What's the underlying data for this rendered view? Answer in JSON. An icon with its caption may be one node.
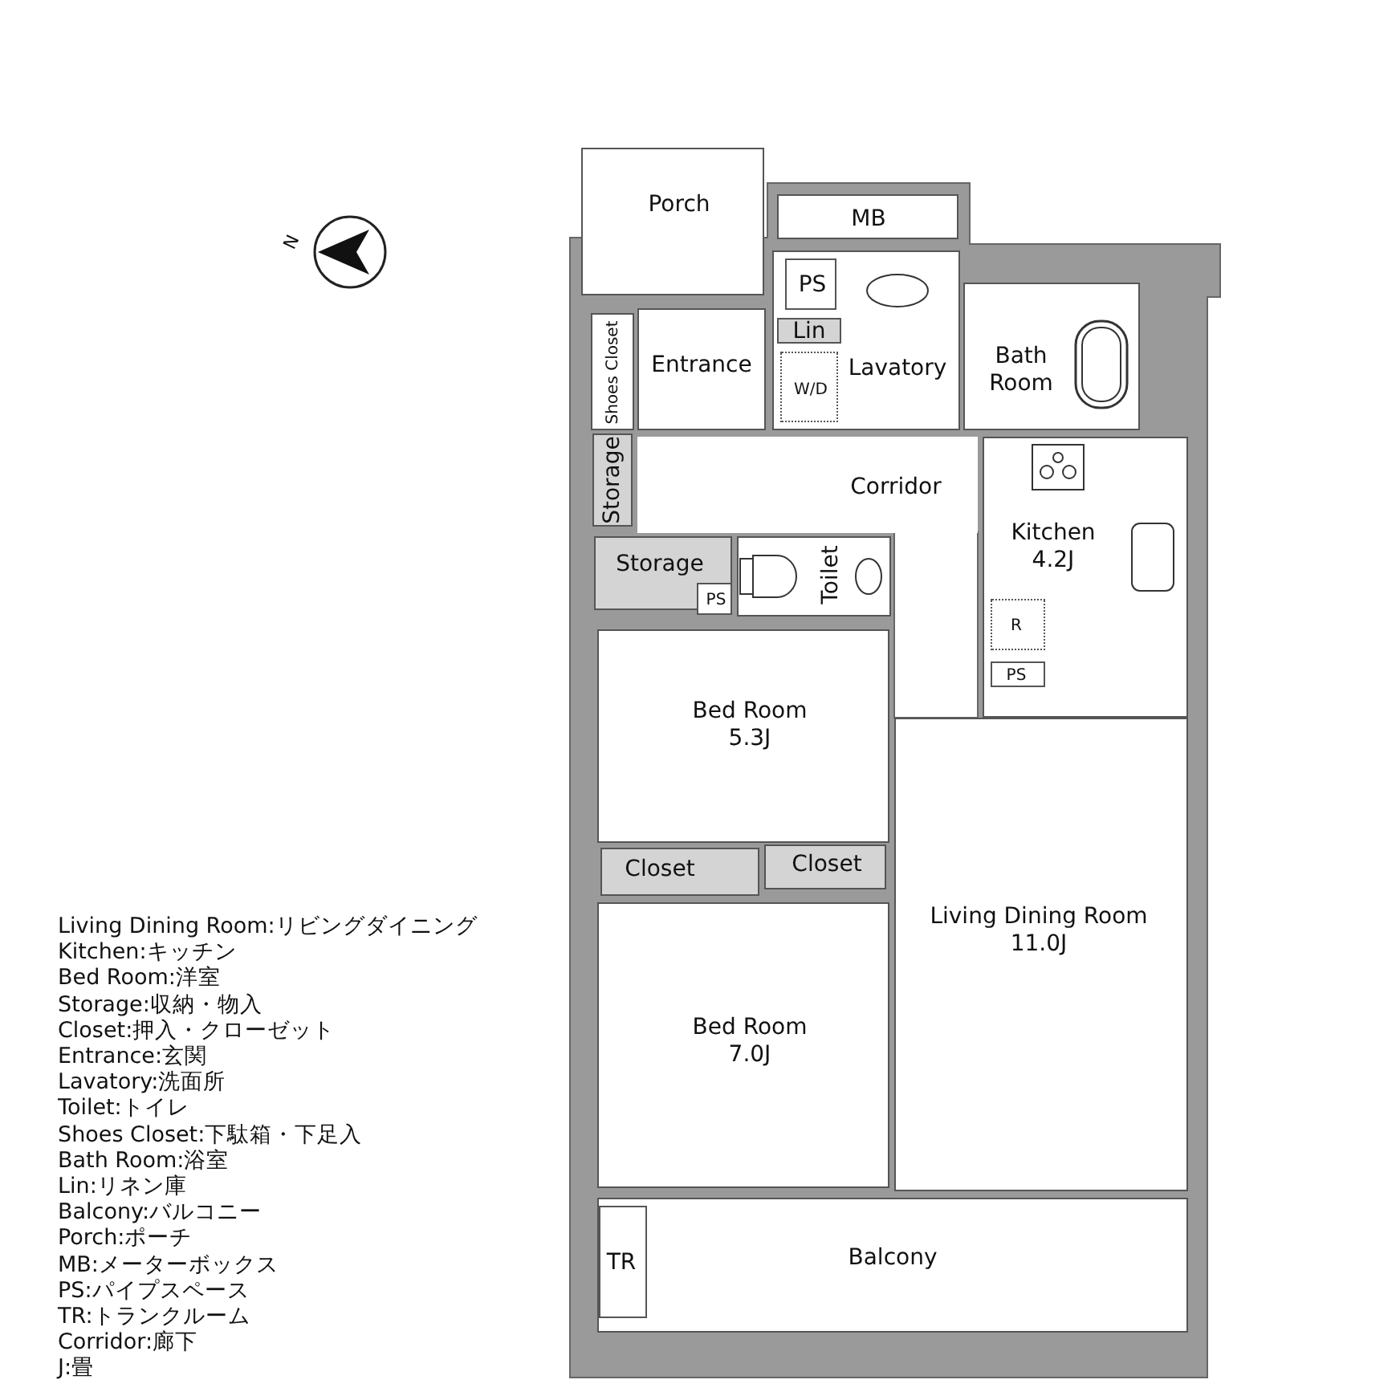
{
  "diagram": {
    "nodes": [
      {
        "text": [
          "Porch"
        ]
      },
      {
        "text": [
          "MB"
        ]
      },
      {
        "text": [
          "Shoes Closet"
        ]
      },
      {
        "text": [
          "Entrance"
        ]
      },
      {
        "text": [
          "Lavatory"
        ]
      },
      {
        "text": [
          "PS"
        ],
        "in": 4
      },
      {
        "text": [
          "Lin"
        ],
        "in": 4
      },
      {
        "text": [
          "W/D"
        ],
        "in": 4
      },
      {
        "text": [
          "Bath Room"
        ]
      },
      {
        "text": [
          "Storage"
        ]
      },
      {
        "text": [
          "Corridor"
        ]
      },
      {
        "text": [
          "Kitchen",
          "4.2J"
        ]
      },
      {
        "text": [
          "R"
        ],
        "in": 11
      },
      {
        "text": [
          "PS"
        ],
        "in": 11
      },
      {
        "text": [
          "Storage"
        ]
      },
      {
        "text": [
          "PS"
        ],
        "in": 14
      },
      {
        "text": [
          "Toilet"
        ]
      },
      {
        "text": [
          "Bed Room",
          "5.3J"
        ]
      },
      {
        "text": [
          "Closet"
        ]
      },
      {
        "text": [
          "Closet"
        ]
      },
      {
        "text": [
          "Living Dining Room",
          "11.0J"
        ]
      },
      {
        "text": [
          "Bed Room",
          "7.0J"
        ]
      },
      {
        "text": [
          "Balcony"
        ]
      },
      {
        "text": [
          "TR"
        ],
        "in": 22
      }
    ],
    "labels": [
      "N",
      "Living Dining Room:リビングダイニング",
      "Kitchen:キッチン",
      "Bed Room:洋室",
      "Storage:収納・物入",
      "Closet:押入・クローゼット",
      "Entrance:玄関",
      "Lavatory:洗面所",
      "Toilet:トイレ",
      "Shoes Closet:下駄箱・下足入",
      "Bath Room:浴室",
      "Lin:リネン庫",
      "Balcony:バルコニー",
      "Porch:ポーチ",
      "MB:メーターボックス",
      "PS:パイプスペース",
      "TR:トランクルーム",
      "Corridor:廊下",
      "J:畳"
    ]
  }
}
